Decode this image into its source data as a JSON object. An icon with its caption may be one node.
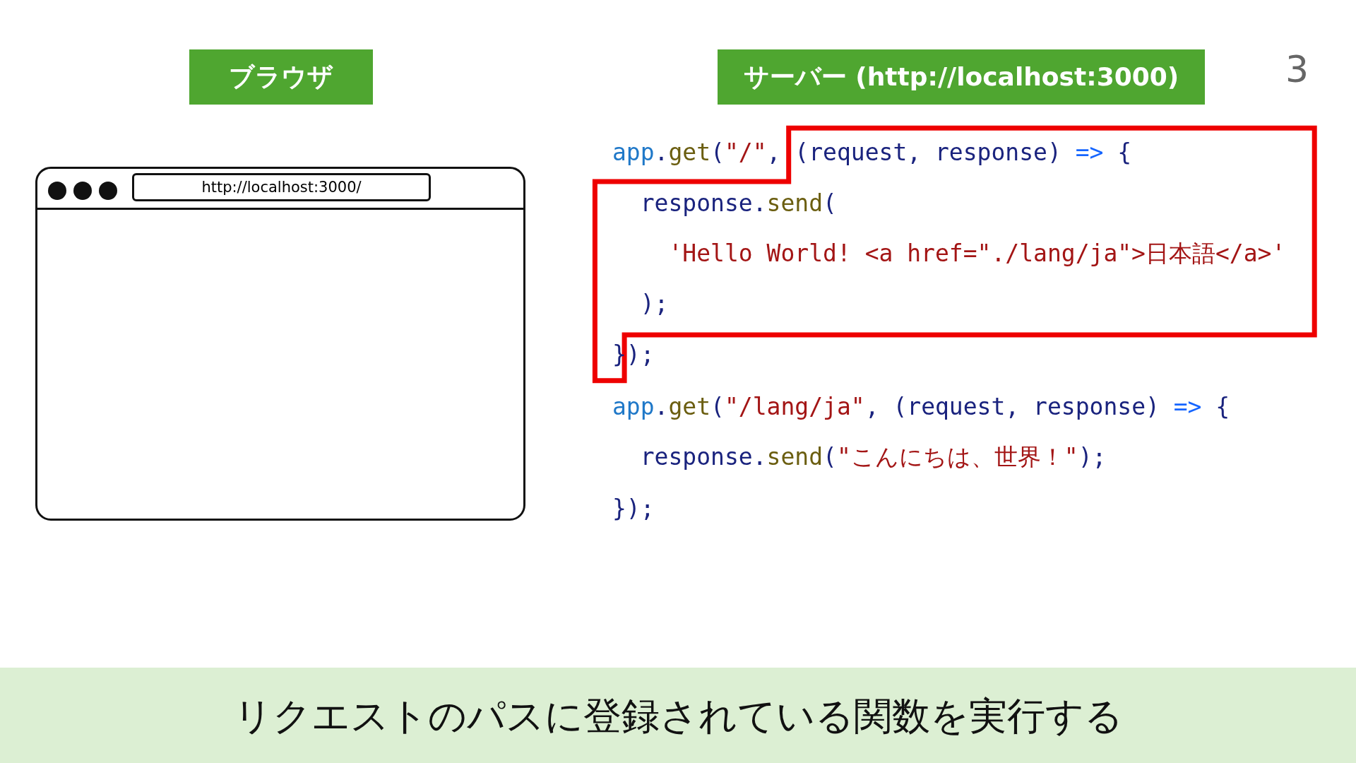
{
  "diagram": {
    "caption": "リクエストのパスに登録されている関数を実行する",
    "nodes": [
      {
        "text": [
          "ブラウザ"
        ]
      },
      {
        "text": [
          "サーバー (http://localhost:3000)"
        ]
      },
      {
        "text": [],
        "shape": "box"
      },
      {
        "text": [
          "http://localhost:3000/"
        ],
        "in": 2
      }
    ],
    "edges": [],
    "labels": [
      "3",
      "app.get(\"/\", (request, response) => {",
      "  response.send(",
      "    'Hello World! <a href=\"./lang/ja\">日本語</a>'",
      "  );",
      "});",
      "app.get(\"/lang/ja\", (request, response) => {",
      "  response.send(\"こんにちは、世界！\");",
      "});"
    ]
  }
}
